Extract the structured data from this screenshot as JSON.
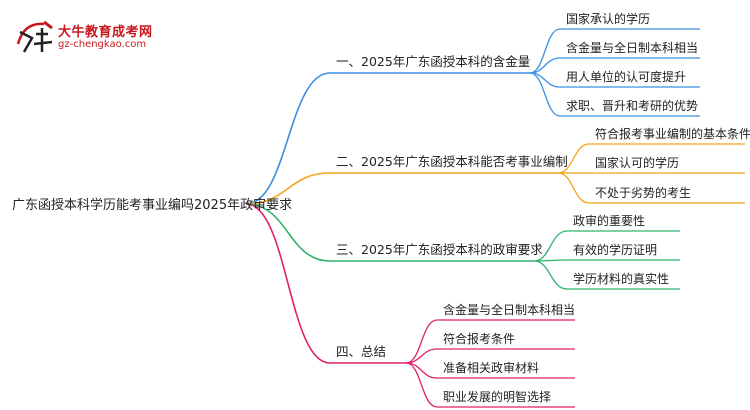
{
  "logo": {
    "title": "大牛教育成考网",
    "url": "gz-chengkao.com",
    "colors": {
      "brand": "#c8161d"
    }
  },
  "mindmap": {
    "root": "广东函授本科学历能考事业编吗2025年政审要求",
    "branches": [
      {
        "label": "一、2025年广东函授本科的含金量",
        "color": "#3b8fe0",
        "children": [
          "国家承认的学历",
          "含金量与全日制本科相当",
          "用人单位的认可度提升",
          "求职、晋升和考研的优势"
        ]
      },
      {
        "label": "二、2025年广东函授本科能否考事业编制",
        "color": "#f2a516",
        "children": [
          "符合报考事业编制的基本条件",
          "国家认可的学历",
          "不处于劣势的考生"
        ]
      },
      {
        "label": "三、2025年广东函授本科的政审要求",
        "color": "#2fb36e",
        "children": [
          "政审的重要性",
          "有效的学历证明",
          "学历材料的真实性"
        ]
      },
      {
        "label": "四、总结",
        "color": "#e0206e",
        "children": [
          "含金量与全日制本科相当",
          "符合报考条件",
          "准备相关政审材料",
          "职业发展的明智选择"
        ]
      }
    ]
  }
}
